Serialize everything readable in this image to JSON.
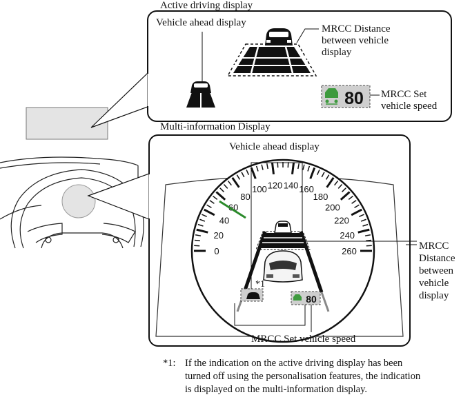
{
  "labels": {
    "active_title": "Active driving display",
    "active_vehicle_ahead": "Vehicle ahead display",
    "active_mrcc_distance": [
      "MRCC Distance",
      "between vehicle",
      "display"
    ],
    "active_mrcc_speed": [
      "MRCC Set",
      "vehicle speed"
    ],
    "active_speed_value": "80",
    "mid_title": "Multi-information Display",
    "mid_vehicle_ahead": "Vehicle ahead display",
    "mid_mrcc_distance": [
      "MRCC",
      "Distance",
      "between",
      "vehicle",
      "display"
    ],
    "mid_mrcc_speed": "MRCC Set vehicle speed",
    "mid_speed_value": "80",
    "footnote_marker": "*1"
  },
  "gauge_ticks": [
    "0",
    "20",
    "40",
    "60",
    "80",
    "100",
    "120",
    "140",
    "160",
    "180",
    "200",
    "220",
    "240",
    "260"
  ],
  "footnote": {
    "marker": "*1:",
    "lines": [
      "If the indication on the active driving display has been",
      "turned off using the personalisation features, the indication",
      "is displayed on the multi-information display."
    ]
  }
}
